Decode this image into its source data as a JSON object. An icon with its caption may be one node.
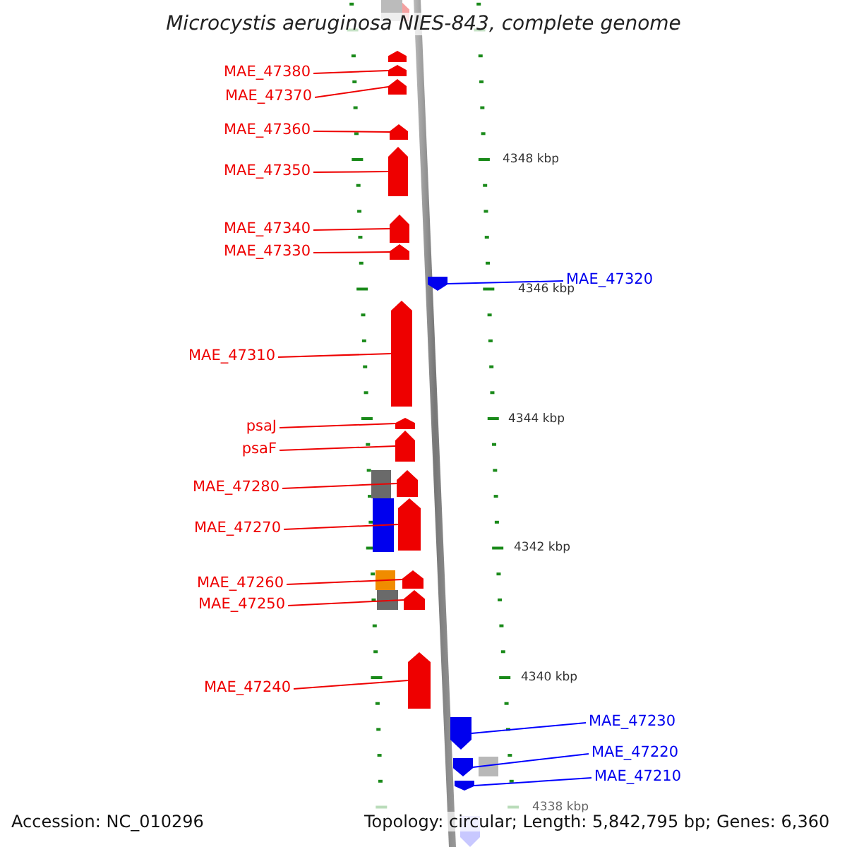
{
  "diagram": {
    "title": "Microcystis aeruginosa NIES-843, complete genome",
    "nodes": [
      {
        "text": [
          "MAE_47380"
        ]
      },
      {
        "text": [],
        "shape": "arrow"
      },
      {
        "text": [
          "MAE_47370"
        ]
      },
      {
        "text": [],
        "shape": "arrow"
      },
      {
        "text": [
          "MAE_47360"
        ]
      },
      {
        "text": [],
        "shape": "arrow"
      },
      {
        "text": [
          "MAE_47350"
        ]
      },
      {
        "text": [],
        "shape": "arrow"
      },
      {
        "text": [
          "MAE_47340"
        ]
      },
      {
        "text": [],
        "shape": "arrow"
      },
      {
        "text": [
          "MAE_47330"
        ]
      },
      {
        "text": [],
        "shape": "arrow"
      },
      {
        "text": [
          "MAE_47320"
        ]
      },
      {
        "text": [],
        "shape": "arrow"
      },
      {
        "text": [
          "MAE_47310"
        ]
      },
      {
        "text": [],
        "shape": "arrow"
      },
      {
        "text": [
          "psaJ"
        ]
      },
      {
        "text": [],
        "shape": "arrow"
      },
      {
        "text": [
          "psaF"
        ]
      },
      {
        "text": [],
        "shape": "arrow"
      },
      {
        "text": [
          "MAE_47280"
        ]
      },
      {
        "text": [],
        "shape": "arrow"
      },
      {
        "text": [
          "MAE_47270"
        ]
      },
      {
        "text": [],
        "shape": "arrow"
      },
      {
        "text": [
          "MAE_47260"
        ]
      },
      {
        "text": [],
        "shape": "arrow"
      },
      {
        "text": [
          "MAE_47250"
        ]
      },
      {
        "text": [],
        "shape": "arrow"
      },
      {
        "text": [
          "MAE_47240"
        ]
      },
      {
        "text": [],
        "shape": "arrow"
      },
      {
        "text": [
          "MAE_47230"
        ]
      },
      {
        "text": [],
        "shape": "arrow"
      },
      {
        "text": [
          "MAE_47220"
        ]
      },
      {
        "text": [],
        "shape": "arrow"
      },
      {
        "text": [
          "MAE_47210"
        ]
      },
      {
        "text": [],
        "shape": "arrow"
      }
    ],
    "edges": [
      {
        "from": 0,
        "to": 1,
        "arrow": "none"
      },
      {
        "from": 2,
        "to": 3,
        "arrow": "none"
      },
      {
        "from": 4,
        "to": 5,
        "arrow": "none"
      },
      {
        "from": 6,
        "to": 7,
        "arrow": "none"
      },
      {
        "from": 8,
        "to": 9,
        "arrow": "none"
      },
      {
        "from": 10,
        "to": 11,
        "arrow": "none"
      },
      {
        "from": 12,
        "to": 13,
        "arrow": "none",
        "color": "#0000ff"
      },
      {
        "from": 14,
        "to": 15,
        "arrow": "none"
      },
      {
        "from": 16,
        "to": 17,
        "arrow": "none"
      },
      {
        "from": 18,
        "to": 19,
        "arrow": "none"
      },
      {
        "from": 20,
        "to": 21,
        "arrow": "none"
      },
      {
        "from": 22,
        "to": 23,
        "arrow": "none"
      },
      {
        "from": 24,
        "to": 25,
        "arrow": "none"
      },
      {
        "from": 26,
        "to": 27,
        "arrow": "none"
      },
      {
        "from": 28,
        "to": 29,
        "arrow": "none"
      },
      {
        "from": 30,
        "to": 31,
        "arrow": "none",
        "color": "#0000ff"
      },
      {
        "from": 32,
        "to": 33,
        "arrow": "none",
        "color": "#0000ff"
      },
      {
        "from": 34,
        "to": 35,
        "arrow": "none",
        "color": "#0000ff"
      }
    ],
    "labels": [
      "4348 kbp",
      "4346 kbp",
      "4344 kbp",
      "4342 kbp",
      "4340 kbp",
      "4338 kbp",
      "Accession: NC_010296",
      "Topology: circular; Length: 5,842,795 bp; Genes: 6,360"
    ]
  }
}
